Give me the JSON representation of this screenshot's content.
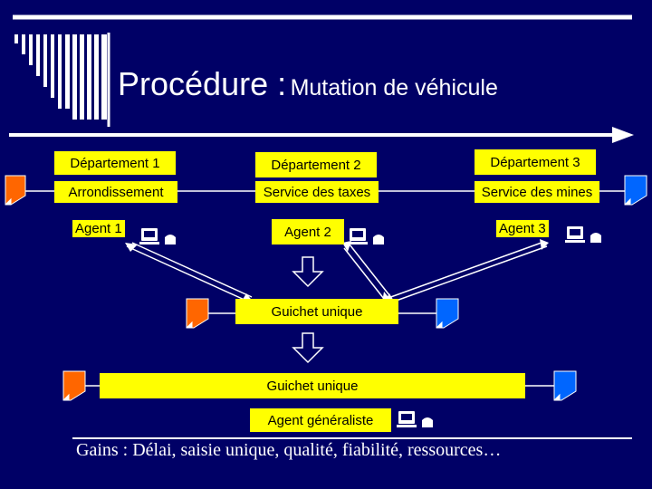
{
  "title": {
    "main": "Procédure :",
    "sub": "Mutation de véhicule"
  },
  "departments": [
    {
      "name": "Département 1",
      "unit": "Arrondissement",
      "agent": "Agent 1"
    },
    {
      "name": "Département 2",
      "unit": "Service des taxes",
      "agent": "Agent 2"
    },
    {
      "name": "Département 3",
      "unit": "Service des mines",
      "agent": "Agent 3"
    }
  ],
  "guichet1": "Guichet unique",
  "guichet2": "Guichet unique",
  "agent_general": "Agent généraliste",
  "footer": "Gains : Délai, saisie unique, qualité, fiabilité, ressources…",
  "icons": [
    "document-orange-icon",
    "document-blue-icon",
    "computer-phone-icon",
    "down-arrow-icon"
  ],
  "colors": {
    "background": "#000066",
    "box": "#ffff00",
    "doc_orange": "#ff6600",
    "doc_blue": "#0066ff",
    "lines": "#ffffff"
  }
}
